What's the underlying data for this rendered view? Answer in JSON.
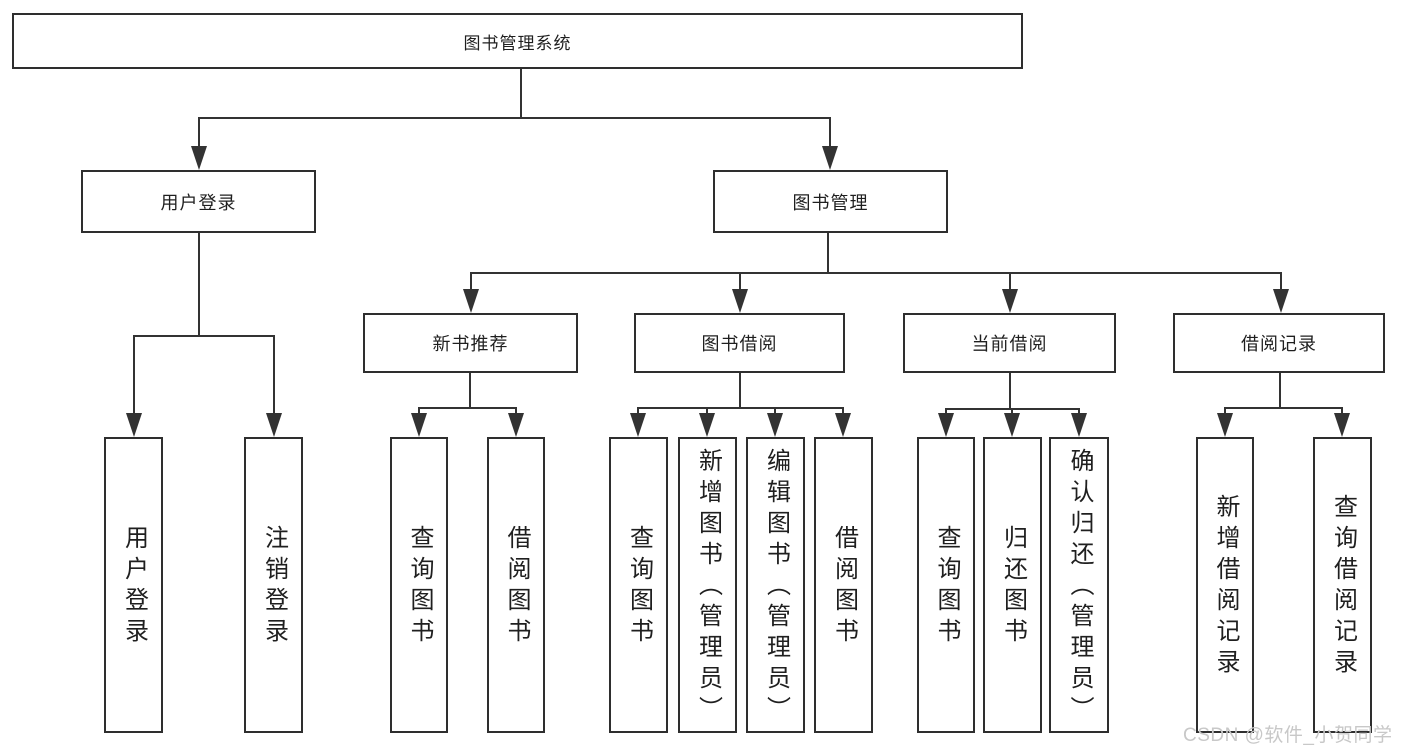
{
  "tree": {
    "label": "图书管理系统",
    "children": [
      {
        "label": "用户登录",
        "children": [
          {
            "label": "用户登录"
          },
          {
            "label": "注销登录"
          }
        ]
      },
      {
        "label": "图书管理",
        "children": [
          {
            "label": "新书推荐",
            "children": [
              {
                "label": "查询图书"
              },
              {
                "label": "借阅图书"
              }
            ]
          },
          {
            "label": "图书借阅",
            "children": [
              {
                "label": "查询图书"
              },
              {
                "label": "新增图书（管理员）"
              },
              {
                "label": "编辑图书（管理员）"
              },
              {
                "label": "借阅图书"
              }
            ]
          },
          {
            "label": "当前借阅",
            "children": [
              {
                "label": "查询图书"
              },
              {
                "label": "归还图书"
              },
              {
                "label": "确认归还（管理员）"
              }
            ]
          },
          {
            "label": "借阅记录",
            "children": [
              {
                "label": "新增借阅记录"
              },
              {
                "label": "查询借阅记录"
              }
            ]
          }
        ]
      }
    ]
  },
  "watermark": {
    "text": "CSDN @软件_小贺同学"
  },
  "colors": {
    "line": "#333333",
    "border": "#2e2e2e",
    "text": "#1f1f1f",
    "watermark": "#c8c8c8",
    "background": "#ffffff"
  }
}
